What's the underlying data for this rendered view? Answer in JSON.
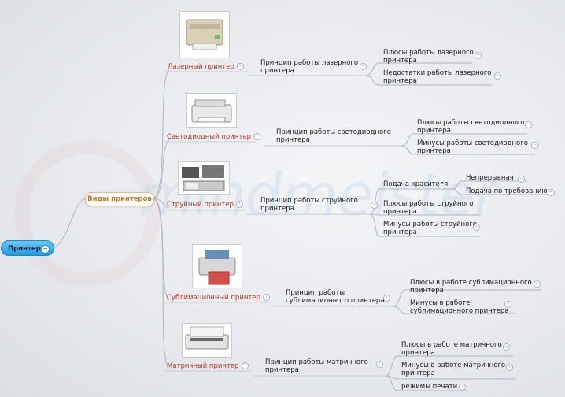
{
  "watermark": "mindmeister",
  "root": {
    "label": "Принтеры"
  },
  "category": {
    "label": "Виды принтеров"
  },
  "branches": [
    {
      "name": "Лазерный принтер",
      "principle": "Принцип работы лазерного\nпринтера",
      "children": [
        "Плюсы работы лазерного\nпринтера",
        "Недостатки работы лазерного\nпринтера"
      ]
    },
    {
      "name": "Светодиодный принтер",
      "principle": "Принцип работы светодиодного\nпринтера",
      "children": [
        "Плюсы работы светодиодного\nпринтера",
        "Минусы работы светодиодного\nпринтера"
      ]
    },
    {
      "name": "Струйный принтер",
      "principle": "Принцип работы струйного\nпринтера",
      "children": [
        "Подача красителя",
        "Плюсы работы струйного\nпринтера",
        "Минусы работы струйного\nпринтера"
      ],
      "dye": [
        "Непрерывная",
        "Подача по требованию"
      ]
    },
    {
      "name": "Сублимационный принтер",
      "principle": "Принцип работы\nсублимационного принтера",
      "children": [
        "Плюсы в работе сублимационного\nпринтера",
        "Минусы в работе\nсублимационного принтера"
      ]
    },
    {
      "name": "Матричный принтер",
      "principle": "Принцип работы матричного\nпринтера",
      "children": [
        "Плюсы в работе матричного\nпринтера",
        "Минусы в работе матричного\nпринтера",
        "режимы печати"
      ]
    }
  ],
  "icons": {
    "collapse": "minus-icon",
    "expand": "arrow-right-icon"
  }
}
